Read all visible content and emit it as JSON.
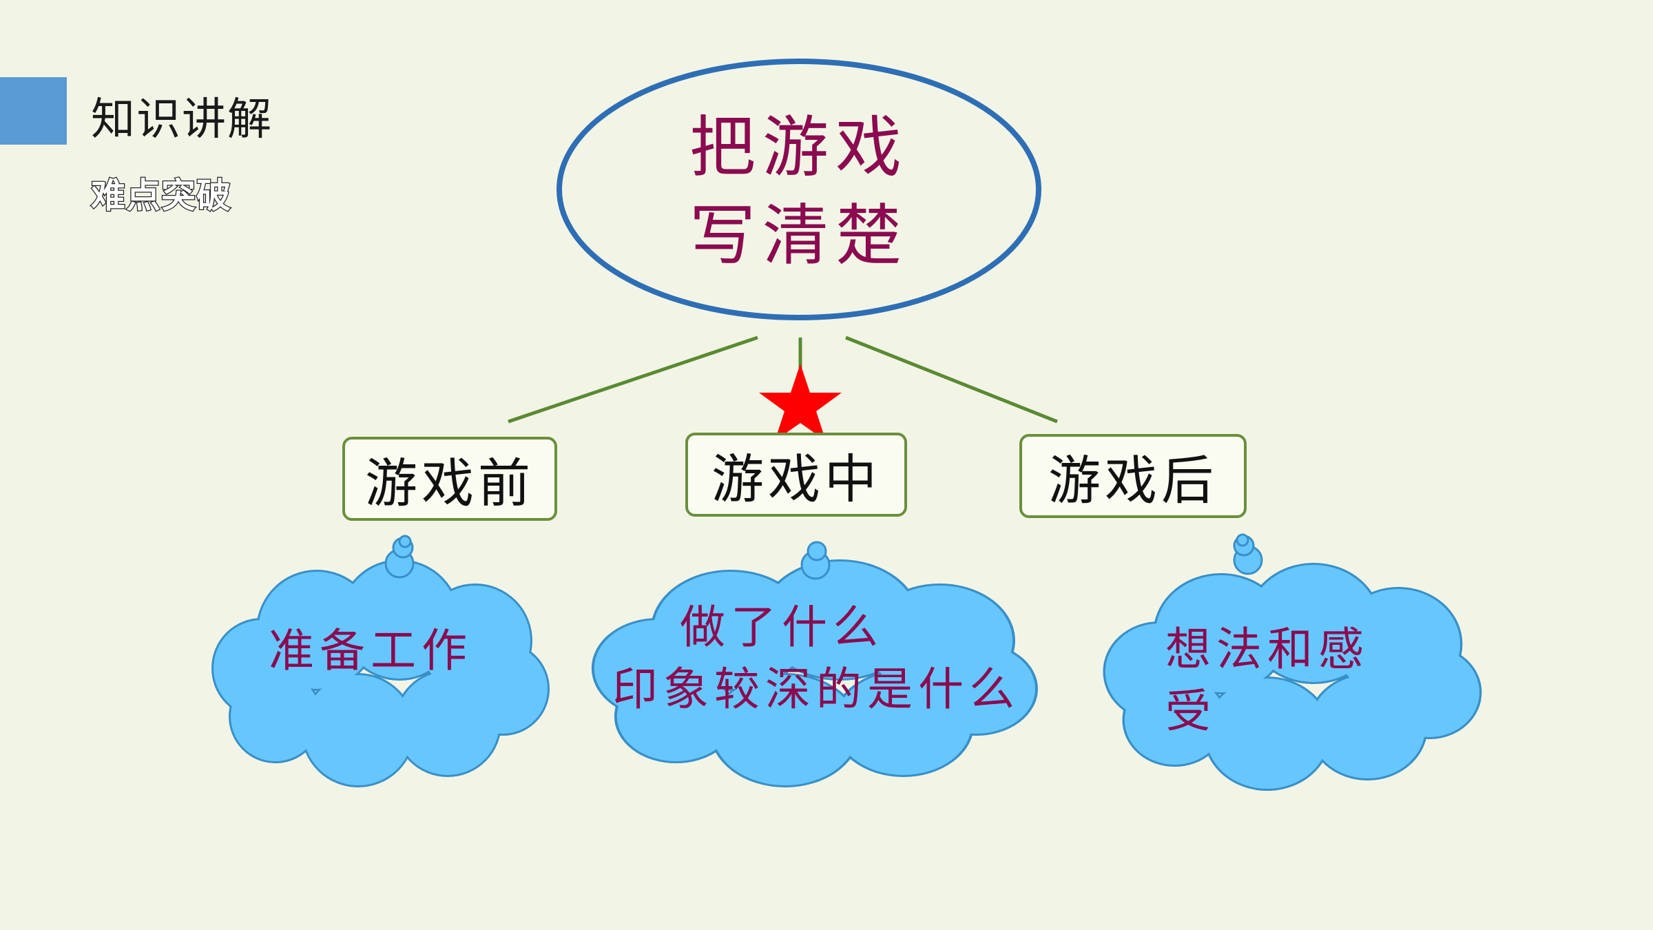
{
  "header": {
    "section_title": "知识讲解",
    "section_subtitle": "难点突破"
  },
  "diagram": {
    "title_line1": "把游戏",
    "title_line2": "写清楚",
    "stages": [
      {
        "label": "游戏前",
        "cloud_lines": [
          "准备工作"
        ]
      },
      {
        "label": "游戏中",
        "cloud_lines": [
          "做了什么",
          "印象较深的是什么"
        ]
      },
      {
        "label": "游戏后",
        "cloud_lines": [
          "想法和感",
          "受"
        ]
      }
    ],
    "highlight": "star-icon"
  },
  "colors": {
    "background": "#f2f5e6",
    "accent": "#5b9bd5",
    "ellipse_stroke": "#2e6eb5",
    "connector": "#5a8a32",
    "title_text": "#8b0a50",
    "cloud_fill": "#66c7ff",
    "star": "#ff0000"
  }
}
